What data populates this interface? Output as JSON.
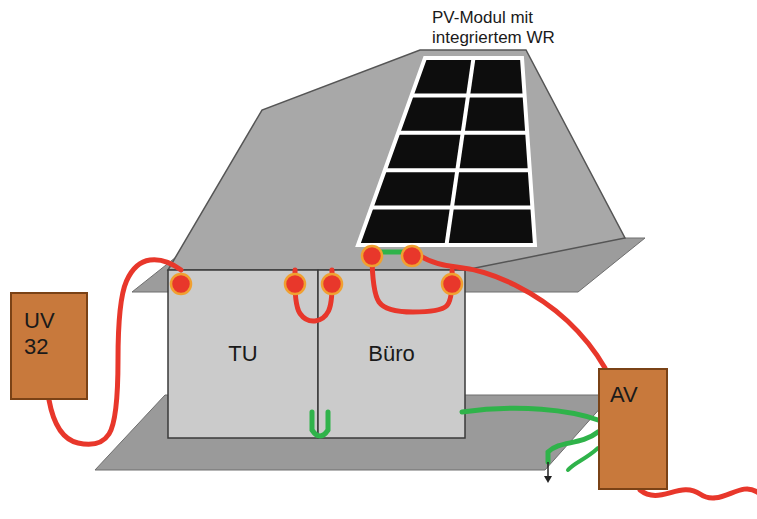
{
  "diagram": {
    "nodes": [
      {
        "text": [
          "PV-Modul mit integriertem WR"
        ]
      },
      {
        "text": [
          "UV 32"
        ]
      },
      {
        "text": [
          "TU"
        ]
      },
      {
        "text": [
          "Büro"
        ]
      },
      {
        "text": [
          "AV"
        ]
      }
    ],
    "edges": [
      {
        "from": 1,
        "to": 2,
        "arrow": "none"
      },
      {
        "from": 2,
        "to": 3,
        "arrow": "none"
      },
      {
        "from": 3,
        "to": 0,
        "arrow": "none"
      },
      {
        "from": 0,
        "to": 4,
        "arrow": "none"
      }
    ]
  }
}
